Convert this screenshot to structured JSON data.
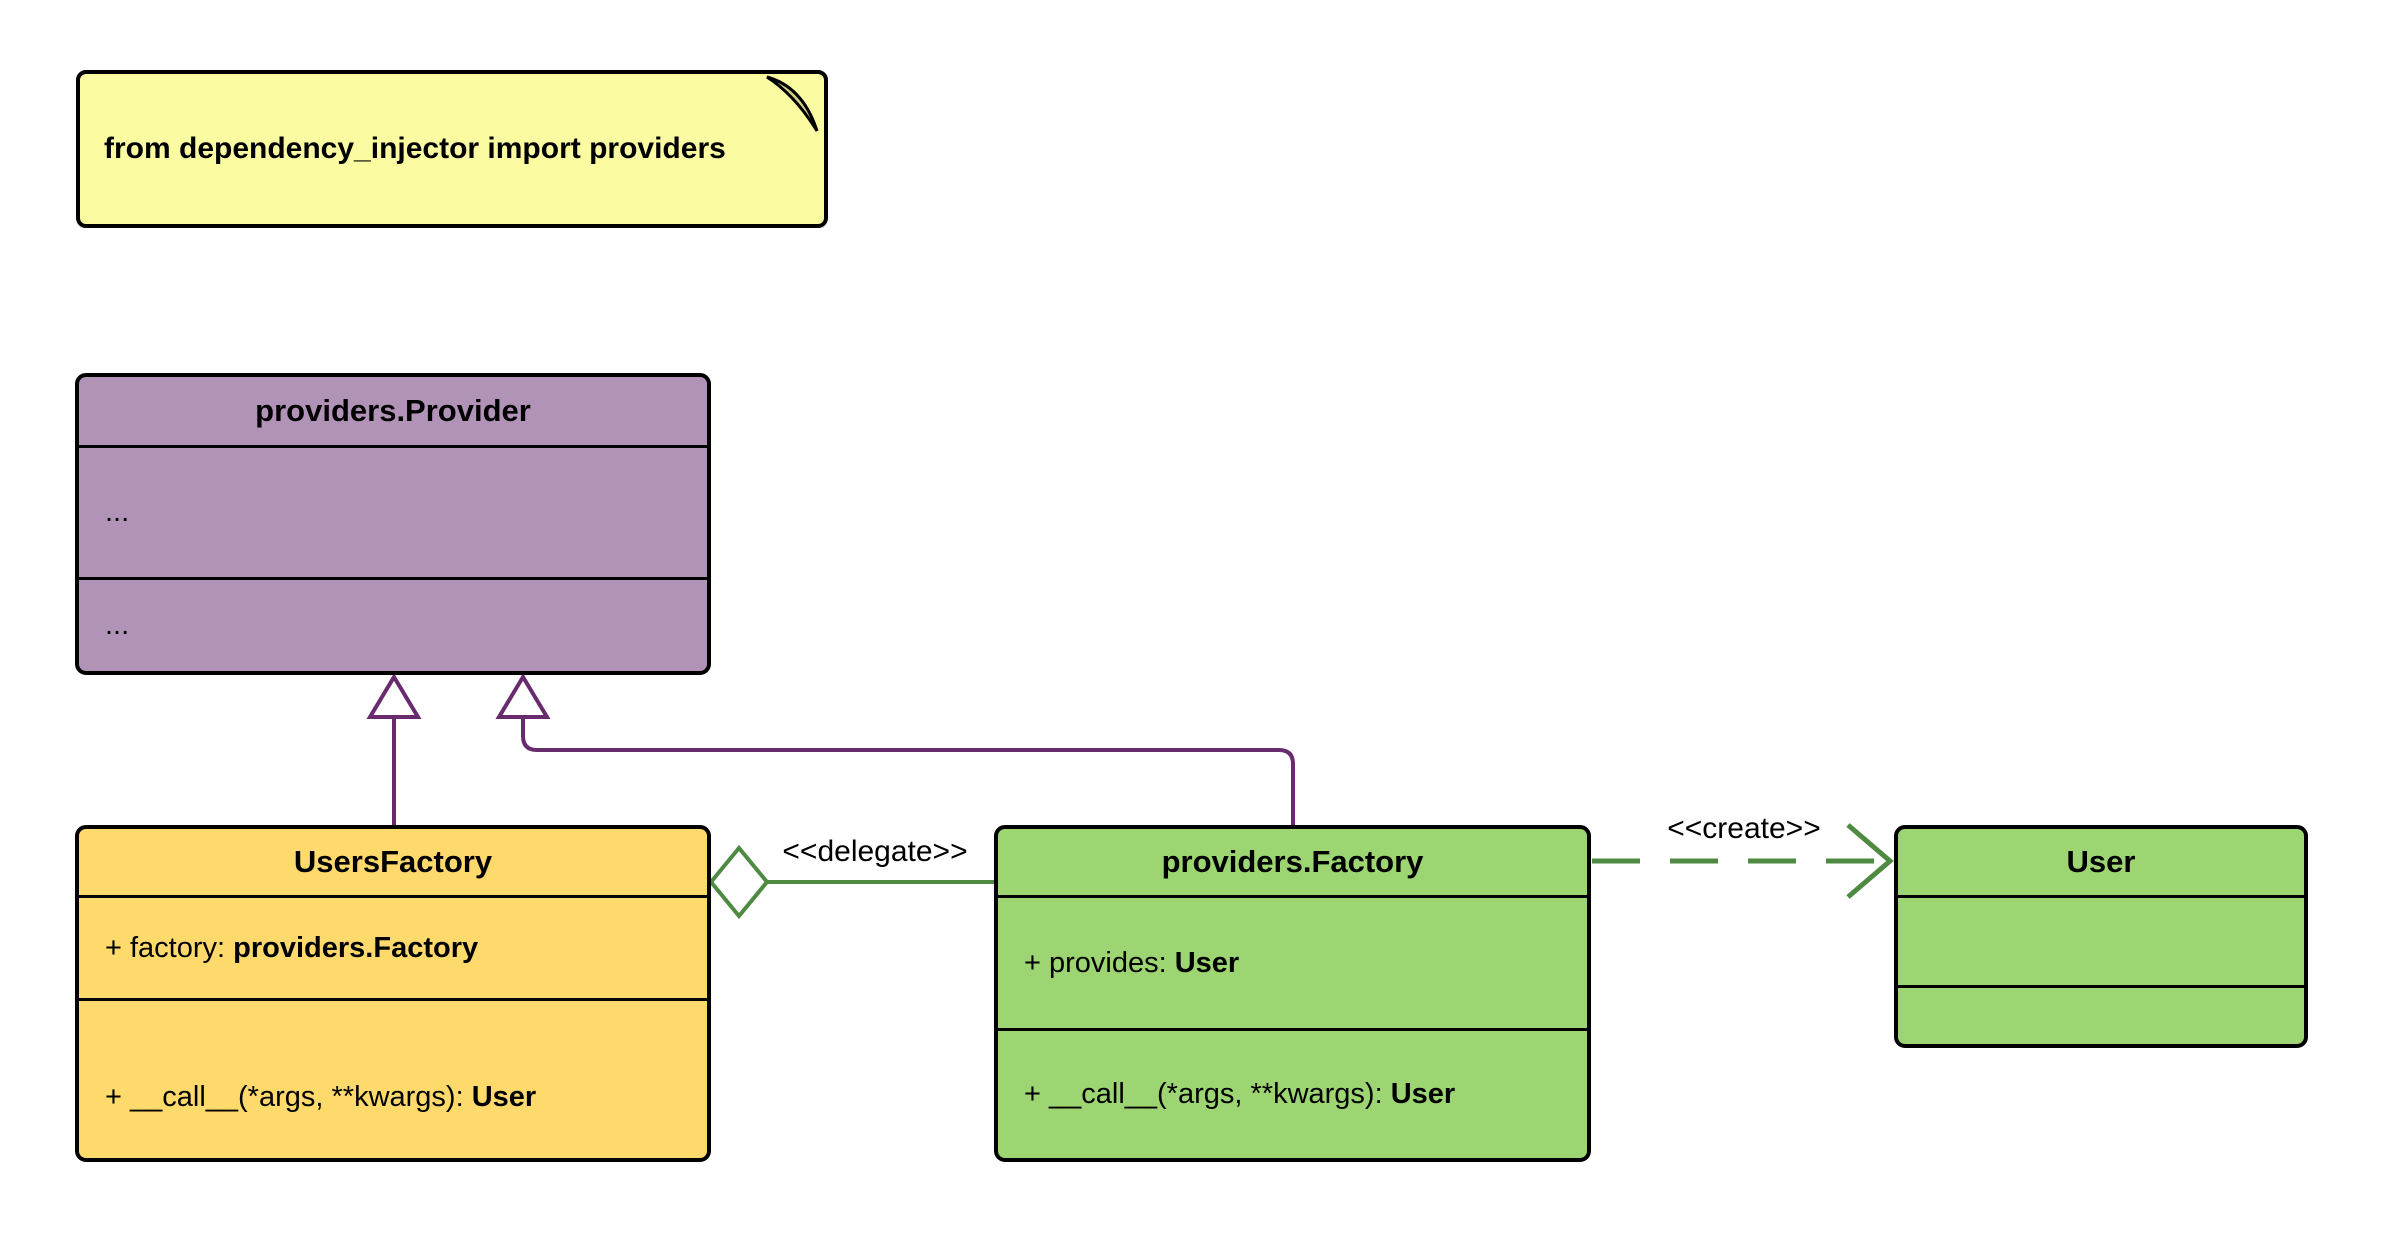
{
  "note": {
    "text": "from dependency_injector import providers"
  },
  "classes": {
    "provider": {
      "title": "providers.Provider",
      "attributes_placeholder": "...",
      "methods_placeholder": "..."
    },
    "users_factory": {
      "title": "UsersFactory",
      "attribute_prefix": "+ factory: ",
      "attribute_type": "providers.Factory",
      "method_prefix": "+ __call__(*args, **kwargs): ",
      "method_type": "User"
    },
    "factory": {
      "title": "providers.Factory",
      "attribute_prefix": "+ provides: ",
      "attribute_type": "User",
      "method_prefix": "+ __call__(*args, **kwargs): ",
      "method_type": "User"
    },
    "user": {
      "title": "User"
    }
  },
  "relations": {
    "delegate_label": "<<delegate>>",
    "create_label": "<<create>>"
  },
  "colors": {
    "note_fill": "#fbfba2",
    "note_fold": "#d2d28c",
    "purple_fill": "#b293b8",
    "yellow_fill": "#fdda6b",
    "green_fill": "#9cd572",
    "purple_line": "#682c6e",
    "green_line": "#4e8a41",
    "border": "#000000"
  }
}
